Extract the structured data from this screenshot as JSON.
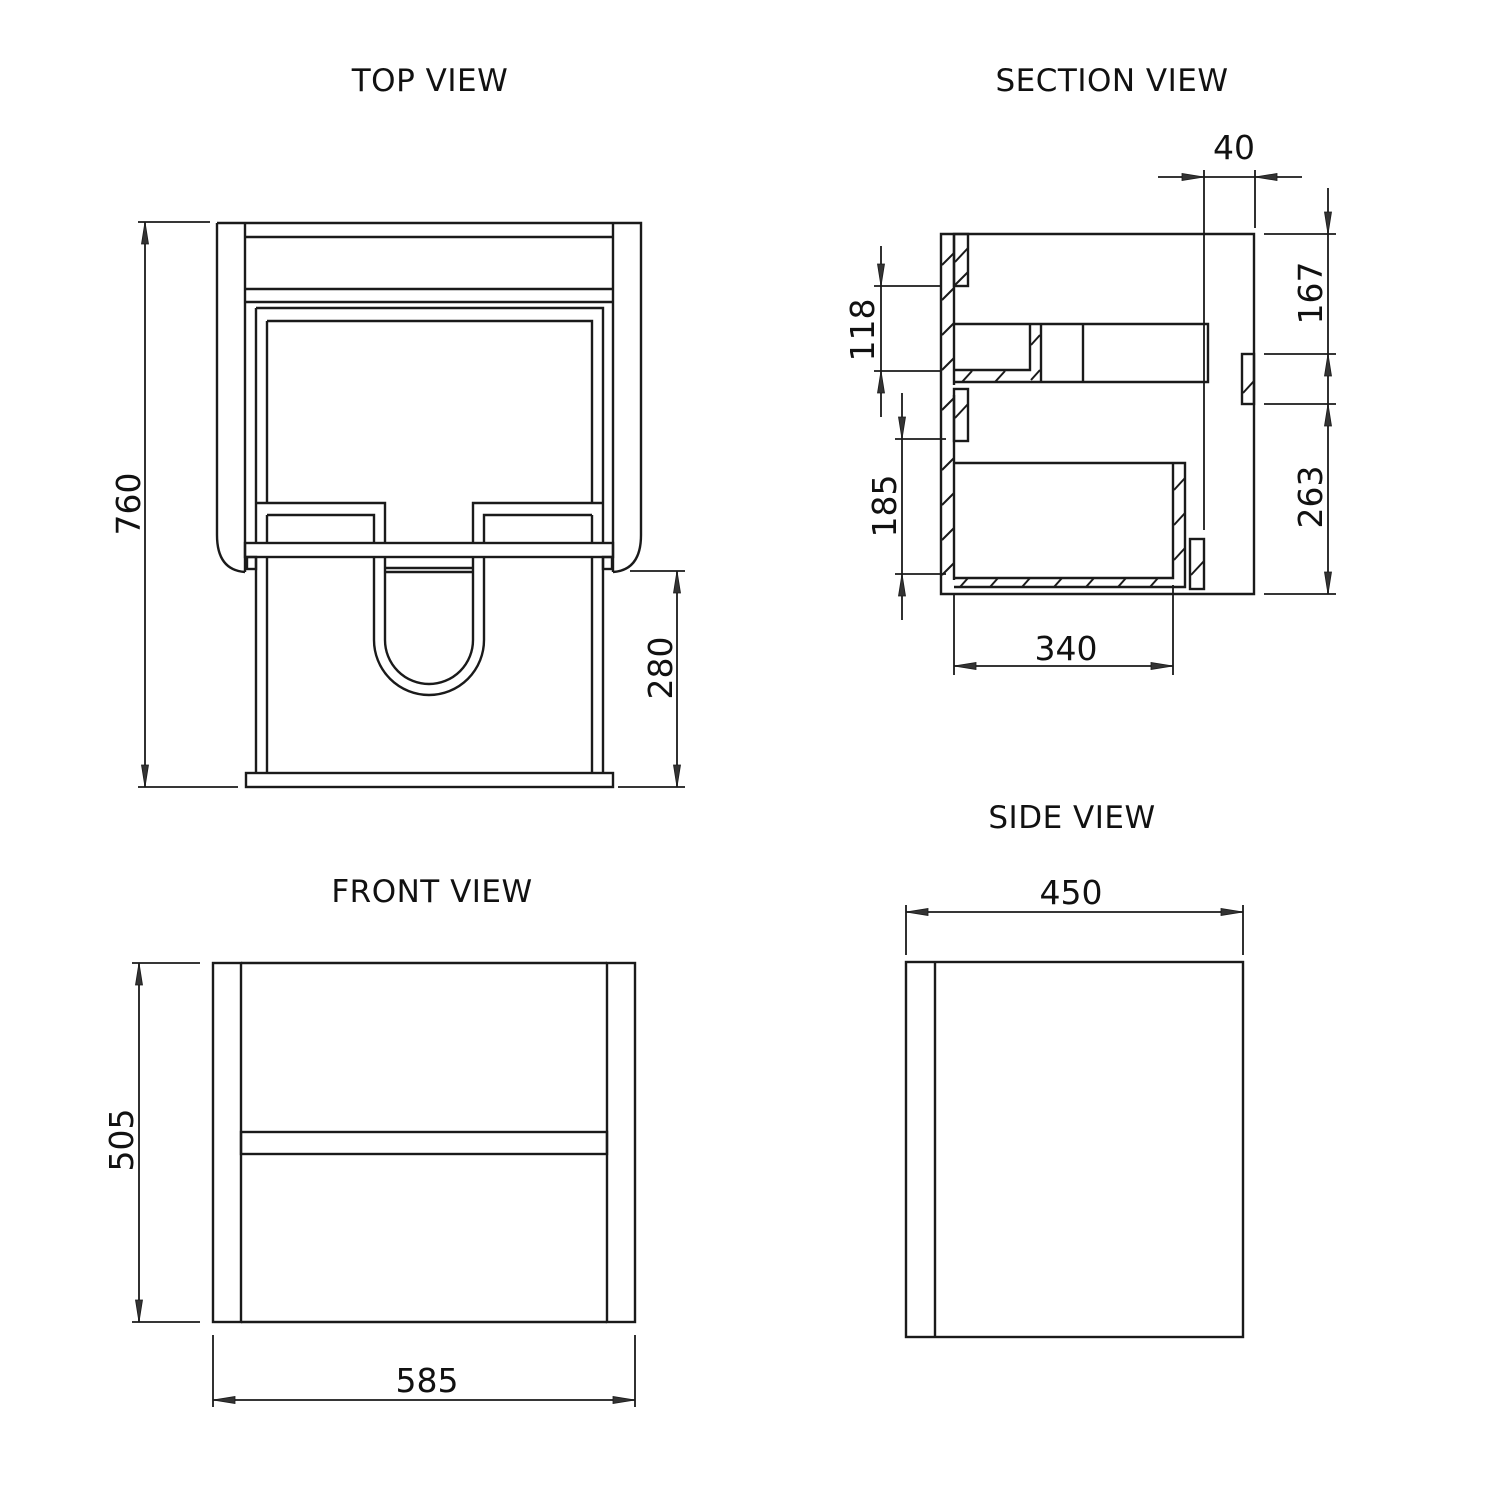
{
  "views": {
    "top": {
      "title": "TOP VIEW",
      "dims": {
        "overall_height": "760",
        "drawer_height": "280"
      }
    },
    "section": {
      "title": "SECTION VIEW",
      "dims": {
        "top_offset": "40",
        "upper_gap": "118",
        "lower_gap": "185",
        "drawer_depth": "340",
        "upper_right": "167",
        "lower_right": "263"
      }
    },
    "front": {
      "title": "FRONT VIEW",
      "dims": {
        "height": "505",
        "width": "585"
      }
    },
    "side": {
      "title": "SIDE VIEW",
      "dims": {
        "depth": "450"
      }
    }
  },
  "colors": {
    "line": "#1a1a1a",
    "background": "#ffffff"
  }
}
